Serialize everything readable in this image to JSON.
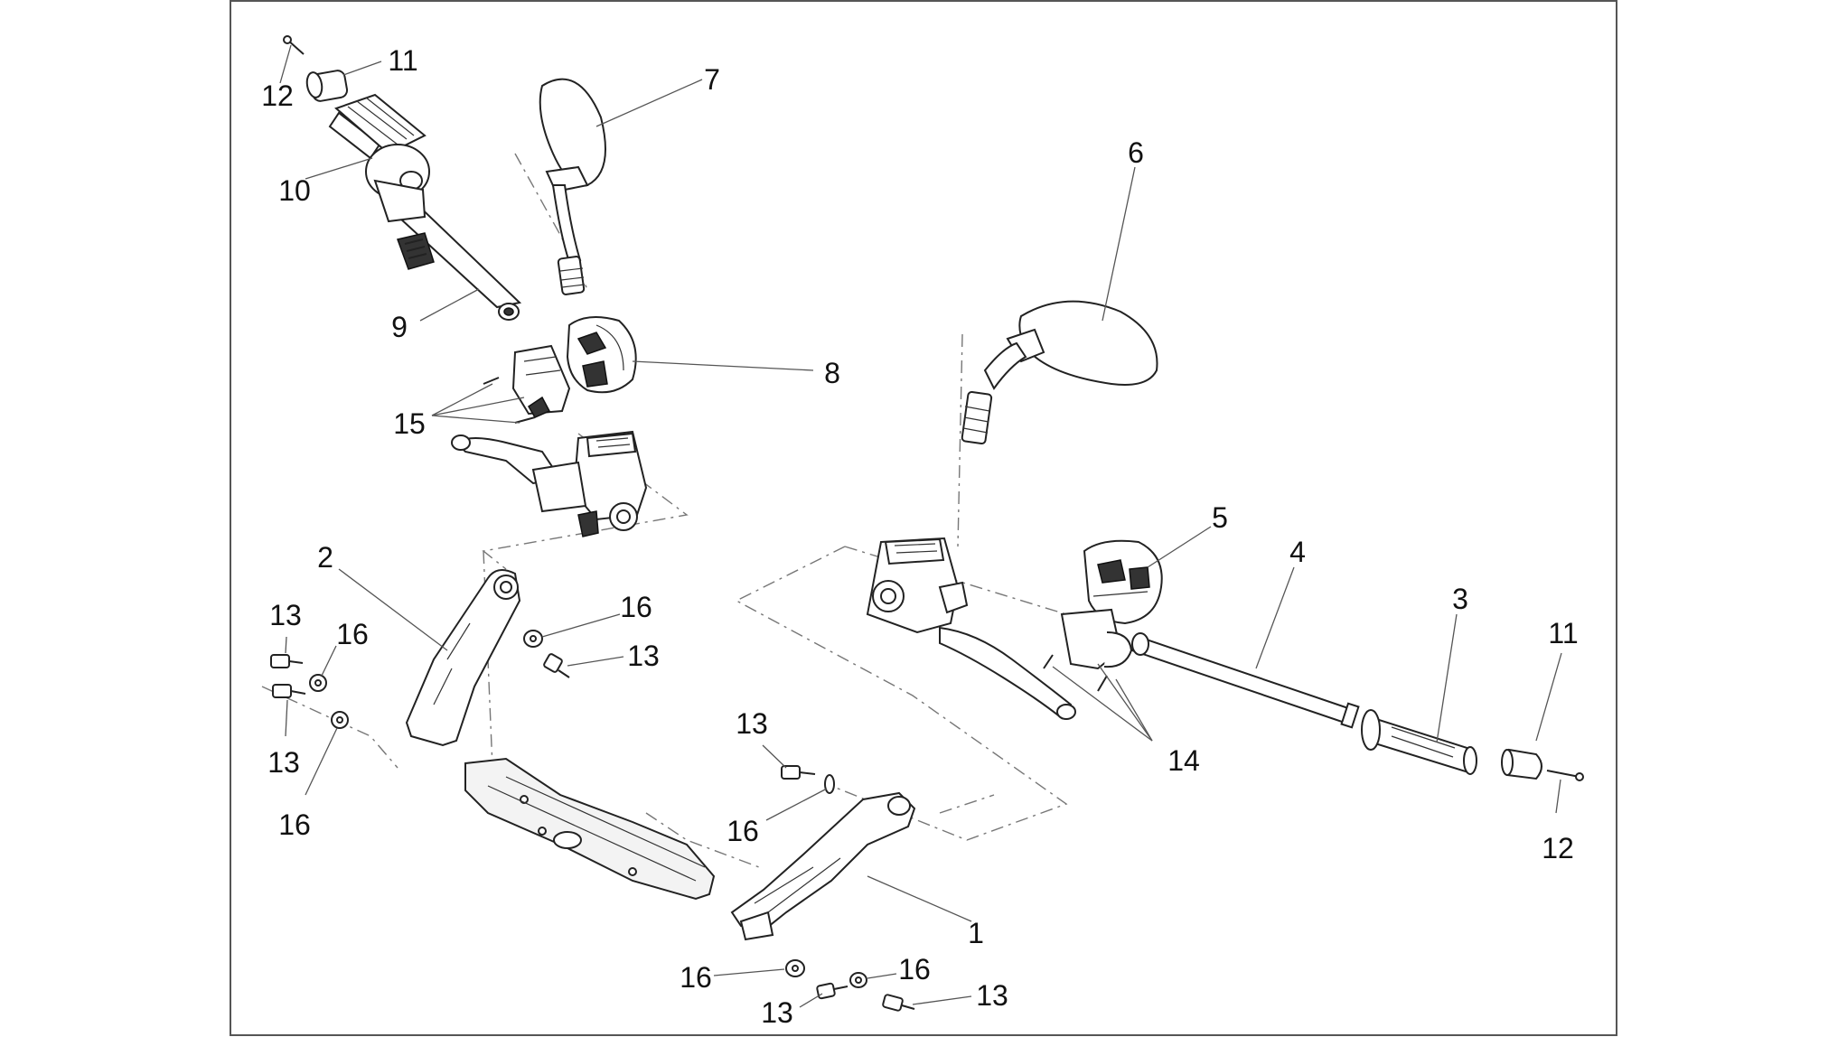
{
  "diagram": {
    "title": "",
    "callouts": [
      {
        "id": "c1",
        "text": "1"
      },
      {
        "id": "c2",
        "text": "2"
      },
      {
        "id": "c3",
        "text": "3"
      },
      {
        "id": "c4",
        "text": "4"
      },
      {
        "id": "c5",
        "text": "5"
      },
      {
        "id": "c6",
        "text": "6"
      },
      {
        "id": "c7",
        "text": "7"
      },
      {
        "id": "c8",
        "text": "8"
      },
      {
        "id": "c9",
        "text": "9"
      },
      {
        "id": "c10",
        "text": "10"
      },
      {
        "id": "c11a",
        "text": "11"
      },
      {
        "id": "c11b",
        "text": "11"
      },
      {
        "id": "c12a",
        "text": "12"
      },
      {
        "id": "c12b",
        "text": "12"
      },
      {
        "id": "c13a",
        "text": "13"
      },
      {
        "id": "c13b",
        "text": "13"
      },
      {
        "id": "c13c",
        "text": "13"
      },
      {
        "id": "c13d",
        "text": "13"
      },
      {
        "id": "c13e",
        "text": "13"
      },
      {
        "id": "c13f",
        "text": "13"
      },
      {
        "id": "c14",
        "text": "14"
      },
      {
        "id": "c15",
        "text": "15"
      },
      {
        "id": "c16a",
        "text": "16"
      },
      {
        "id": "c16b",
        "text": "16"
      },
      {
        "id": "c16c",
        "text": "16"
      },
      {
        "id": "c16d",
        "text": "16"
      },
      {
        "id": "c16e",
        "text": "16"
      },
      {
        "id": "c16f",
        "text": "16"
      }
    ]
  }
}
